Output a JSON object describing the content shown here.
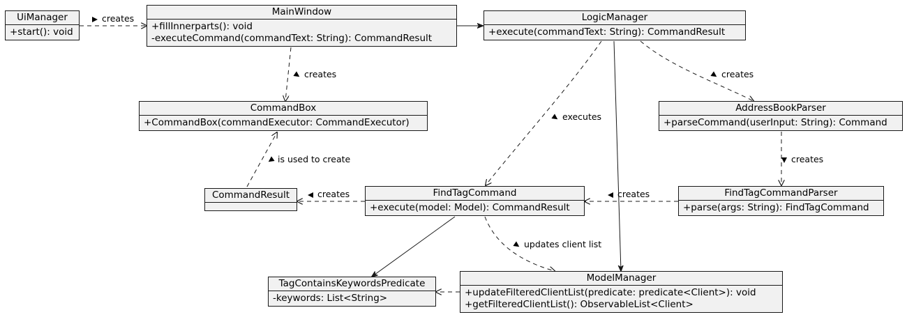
{
  "classes": {
    "ui_manager": {
      "name": "UiManager",
      "members": [
        "+start(): void"
      ]
    },
    "main_window": {
      "name": "MainWindow",
      "members": [
        "+fillInnerparts(): void",
        "-executeCommand(commandText: String): CommandResult"
      ]
    },
    "logic_manager": {
      "name": "LogicManager",
      "members": [
        "+execute(commandText: String): CommandResult"
      ]
    },
    "command_box": {
      "name": "CommandBox",
      "members": [
        "+CommandBox(commandExecutor: CommandExecutor)"
      ]
    },
    "address_book_parser": {
      "name": "AddressBookParser",
      "members": [
        "+parseCommand(userInput: String): Command"
      ]
    },
    "command_result": {
      "name": "CommandResult",
      "members": []
    },
    "find_tag_command": {
      "name": "FindTagCommand",
      "members": [
        "+execute(model: Model): CommandResult"
      ]
    },
    "find_tag_command_parser": {
      "name": "FindTagCommandParser",
      "members": [
        "+parse(args: String): FindTagCommand"
      ]
    },
    "tag_predicate": {
      "name": "TagContainsKeywordsPredicate",
      "members": [
        "-keywords: List<String>"
      ]
    },
    "model_manager": {
      "name": "ModelManager",
      "members": [
        "+updateFilteredClientList(predicate: predicate<Client>): void",
        "+getFilteredClientList(): ObservableList<Client>"
      ]
    }
  },
  "relations": {
    "ui_to_main": {
      "label": "creates",
      "style": "dashed"
    },
    "main_to_logic": {
      "label": "",
      "style": "solid"
    },
    "main_to_commandbox": {
      "label": "creates",
      "style": "dashed"
    },
    "logic_to_parser": {
      "label": "creates",
      "style": "dashed"
    },
    "logic_to_findtag": {
      "label": "executes",
      "style": "dashed"
    },
    "logic_to_model": {
      "label": "",
      "style": "solid"
    },
    "parser_to_findtagparser": {
      "label": "creates",
      "style": "dashed"
    },
    "findtagparser_to_findtag": {
      "label": "creates",
      "style": "dashed"
    },
    "findtag_to_result": {
      "label": "creates",
      "style": "dashed"
    },
    "result_to_commandbox": {
      "label": "is used to create",
      "style": "dashed"
    },
    "findtag_to_predicate": {
      "label": "",
      "style": "solid"
    },
    "findtag_to_model": {
      "label": "updates client list",
      "style": "dashed"
    },
    "model_to_predicate": {
      "label": "",
      "style": "dashed"
    }
  },
  "colors": {
    "box_fill": "#f1f1f1",
    "box_border": "#181818",
    "line": "#181818"
  }
}
